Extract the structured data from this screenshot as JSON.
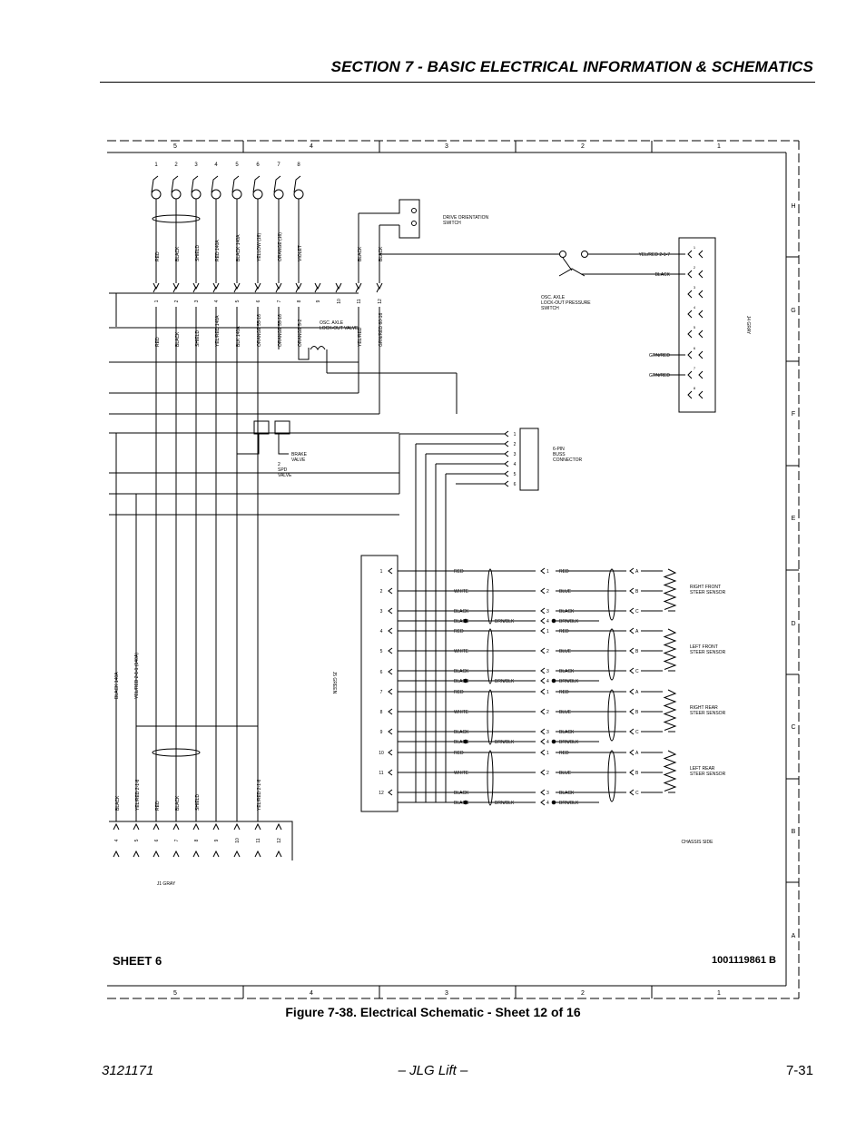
{
  "header": {
    "title": "SECTION 7 - BASIC ELECTRICAL INFORMATION & SCHEMATICS"
  },
  "figure": {
    "caption": "Figure 7-38.  Electrical Schematic - Sheet 12 of 16"
  },
  "schematic": {
    "sheet_label": "SHEET 6",
    "drawing_number": "1001119861 B",
    "zone_cols": [
      "5",
      "4",
      "3",
      "2",
      "1"
    ],
    "zone_rows": [
      "H",
      "G",
      "F",
      "E",
      "D",
      "C",
      "B",
      "A"
    ],
    "top_pins": [
      "1",
      "2",
      "3",
      "4",
      "5",
      "6",
      "7",
      "8"
    ],
    "top_wires": [
      "RED",
      "BLACK",
      "SHIELD",
      "RED 140A",
      "BLACK 140A",
      "YELLOW (16)",
      "ORANGE (16)",
      "VIOLET",
      "",
      "",
      "BLACK",
      "BLACK"
    ],
    "mid_pins": [
      "1",
      "2",
      "3",
      "4",
      "5",
      "6",
      "7",
      "8",
      "9",
      "10",
      "11",
      "12"
    ],
    "mid_wires": [
      "RED",
      "BLACK",
      "SHIELD",
      "YEL/RED 140A",
      "BLK 140A",
      "ORANGE 55-16",
      "ORANGE 55-16",
      "ORANGE 5-2",
      "",
      "",
      "YEL/RED",
      "GRN/RED 60-16"
    ],
    "drive_switch": "DRIVE ORIENTATION SWITCH",
    "osc_switch": "OSC. AXLE LOCK-OUT PRESSURE SWITCH",
    "osc_valve": "OSC. AXLE LOCK-OUT VALVE",
    "brake_valve": "BRAKE VALVE",
    "two_spd_valve": "2 SPD VALVE",
    "j4_gray": "J4 GRAY",
    "j4_wires": [
      "YEL/RED 2-1-7",
      "BLACK",
      "",
      "",
      "",
      "GRN/RED",
      "GRN/RED",
      ""
    ],
    "buss_connector": "6-PIN BUSS CONNECTOR",
    "buss_pins": [
      "1",
      "2",
      "3",
      "4",
      "5",
      "6"
    ],
    "j5_green": "J5 GREEN",
    "j5_pins": [
      "1",
      "2",
      "3",
      "4",
      "5",
      "6",
      "7",
      "8",
      "9",
      "10",
      "11",
      "12"
    ],
    "j5_wires": [
      "RED",
      "WHITE",
      "BLACK",
      "BLACK",
      "RED",
      "WHITE",
      "BLACK",
      "BLACK",
      "RED",
      "WHITE",
      "BLACK",
      "BLACK",
      "RED",
      "WHITE",
      "BLACK",
      "BLACK"
    ],
    "sensor_wires": [
      "RED",
      "BLUE",
      "BLACK",
      "BRN/BLK"
    ],
    "sensor_pin_nums": [
      "1",
      "2",
      "3",
      "4"
    ],
    "sensor_letters": [
      "A",
      "B",
      "C"
    ],
    "brnblk": "BRN/BLK",
    "sensors": [
      "RIGHT FRONT STEER SENSOR",
      "LEFT FRONT STEER SENSOR",
      "RIGHT REAR STEER SENSOR",
      "LEFT REAR STEER SENSOR"
    ],
    "chassis_label": "CHASSIS SIDE",
    "bottom_wires": [
      "BLACK",
      "YEL/RED 2-1-6",
      "RED",
      "BLACK",
      "SHIELD",
      "",
      "",
      "YEL/RED 2-1-6",
      "",
      "",
      "",
      ""
    ],
    "bottom_pins": [
      "4",
      "5",
      "6",
      "7",
      "8",
      "9",
      "10",
      "11",
      "12"
    ],
    "bottom_connector": "J1 GRAY",
    "left_vertical_wires": [
      "BLACK 140A",
      "YEL/RED 2-1-1 (140A)"
    ]
  },
  "footer": {
    "doc_number": "3121171",
    "brand": "– JLG Lift –",
    "page": "7-31"
  }
}
